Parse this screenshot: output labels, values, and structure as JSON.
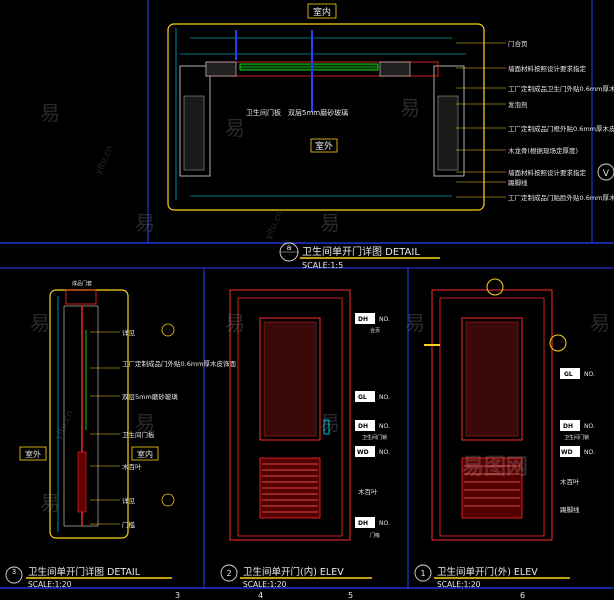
{
  "plan_detail": {
    "label_indoor": "室内",
    "label_outdoor": "室外",
    "callouts": [
      "门合页",
      "墙面材料按照设计要求指定",
      "工厂定制成品卫生门外贴0.6mm厚木皮饰面",
      "发泡剂",
      "工厂定制成品门框外贴0.6mm厚木皮饰面",
      "木龙骨(根据现场定厚度)",
      "墙面材料按照设计要求指定",
      "踢脚线",
      "工厂定制成品门贴脸外贴0.6mm厚木皮饰面"
    ],
    "inner_label_1": "卫生间门板",
    "inner_label_2": "双层5mm磨砂玻璃",
    "title_num": "a",
    "title": "卫生间单开门详图  DETAIL",
    "scale": "SCALE:1:5"
  },
  "section": {
    "top_note": "成品门套",
    "callouts": [
      "详见",
      "工厂定制成品门外贴0.6mm厚木皮饰面",
      "双层5mm磨砂玻璃",
      "卫生间门板",
      "木百叶",
      "详见",
      "门槛"
    ],
    "label_outdoor": "室外",
    "label_indoor": "室内",
    "title_num": "3",
    "title": "卫生间单开门详图  DETAIL",
    "scale": "SCALE:1:20"
  },
  "elev_in": {
    "tags": [
      {
        "code": "DH",
        "no": "NO.",
        "sub": "合页"
      },
      {
        "code": "GL",
        "no": "NO.",
        "sub": ""
      },
      {
        "code": "DH",
        "no": "NO.",
        "sub": "卫生间门锁"
      },
      {
        "code": "WD",
        "no": "NO.",
        "sub": ""
      },
      {
        "code": "DH",
        "no": "NO.",
        "sub": "门吸"
      }
    ],
    "side_note": "木百叶",
    "title_num": "2",
    "title": "卫生间单开门(内)  ELEV",
    "scale": "SCALE:1:20"
  },
  "elev_out": {
    "tags": [
      {
        "code": "GL",
        "no": "NO.",
        "sub": ""
      },
      {
        "code": "DH",
        "no": "NO.",
        "sub": "卫生间门锁"
      },
      {
        "code": "WD",
        "no": "NO.",
        "sub": ""
      }
    ],
    "side_notes": [
      "木百叶",
      "踢脚线"
    ],
    "title_num": "1",
    "title": "卫生间单开门(外)  ELEV",
    "scale": "SCALE:1:20"
  },
  "grid": {
    "numbers": [
      "3",
      "4",
      "5",
      "6"
    ],
    "circle_letter": "V"
  },
  "watermark": {
    "main": "易图网",
    "repeat": "易",
    "latin": "yitu.cn"
  },
  "colors": {
    "background": "#000000",
    "outline": "#ffd21a",
    "door": "#ff2a2a",
    "dim": "#00e5ff",
    "grid": "#2a3cff"
  }
}
